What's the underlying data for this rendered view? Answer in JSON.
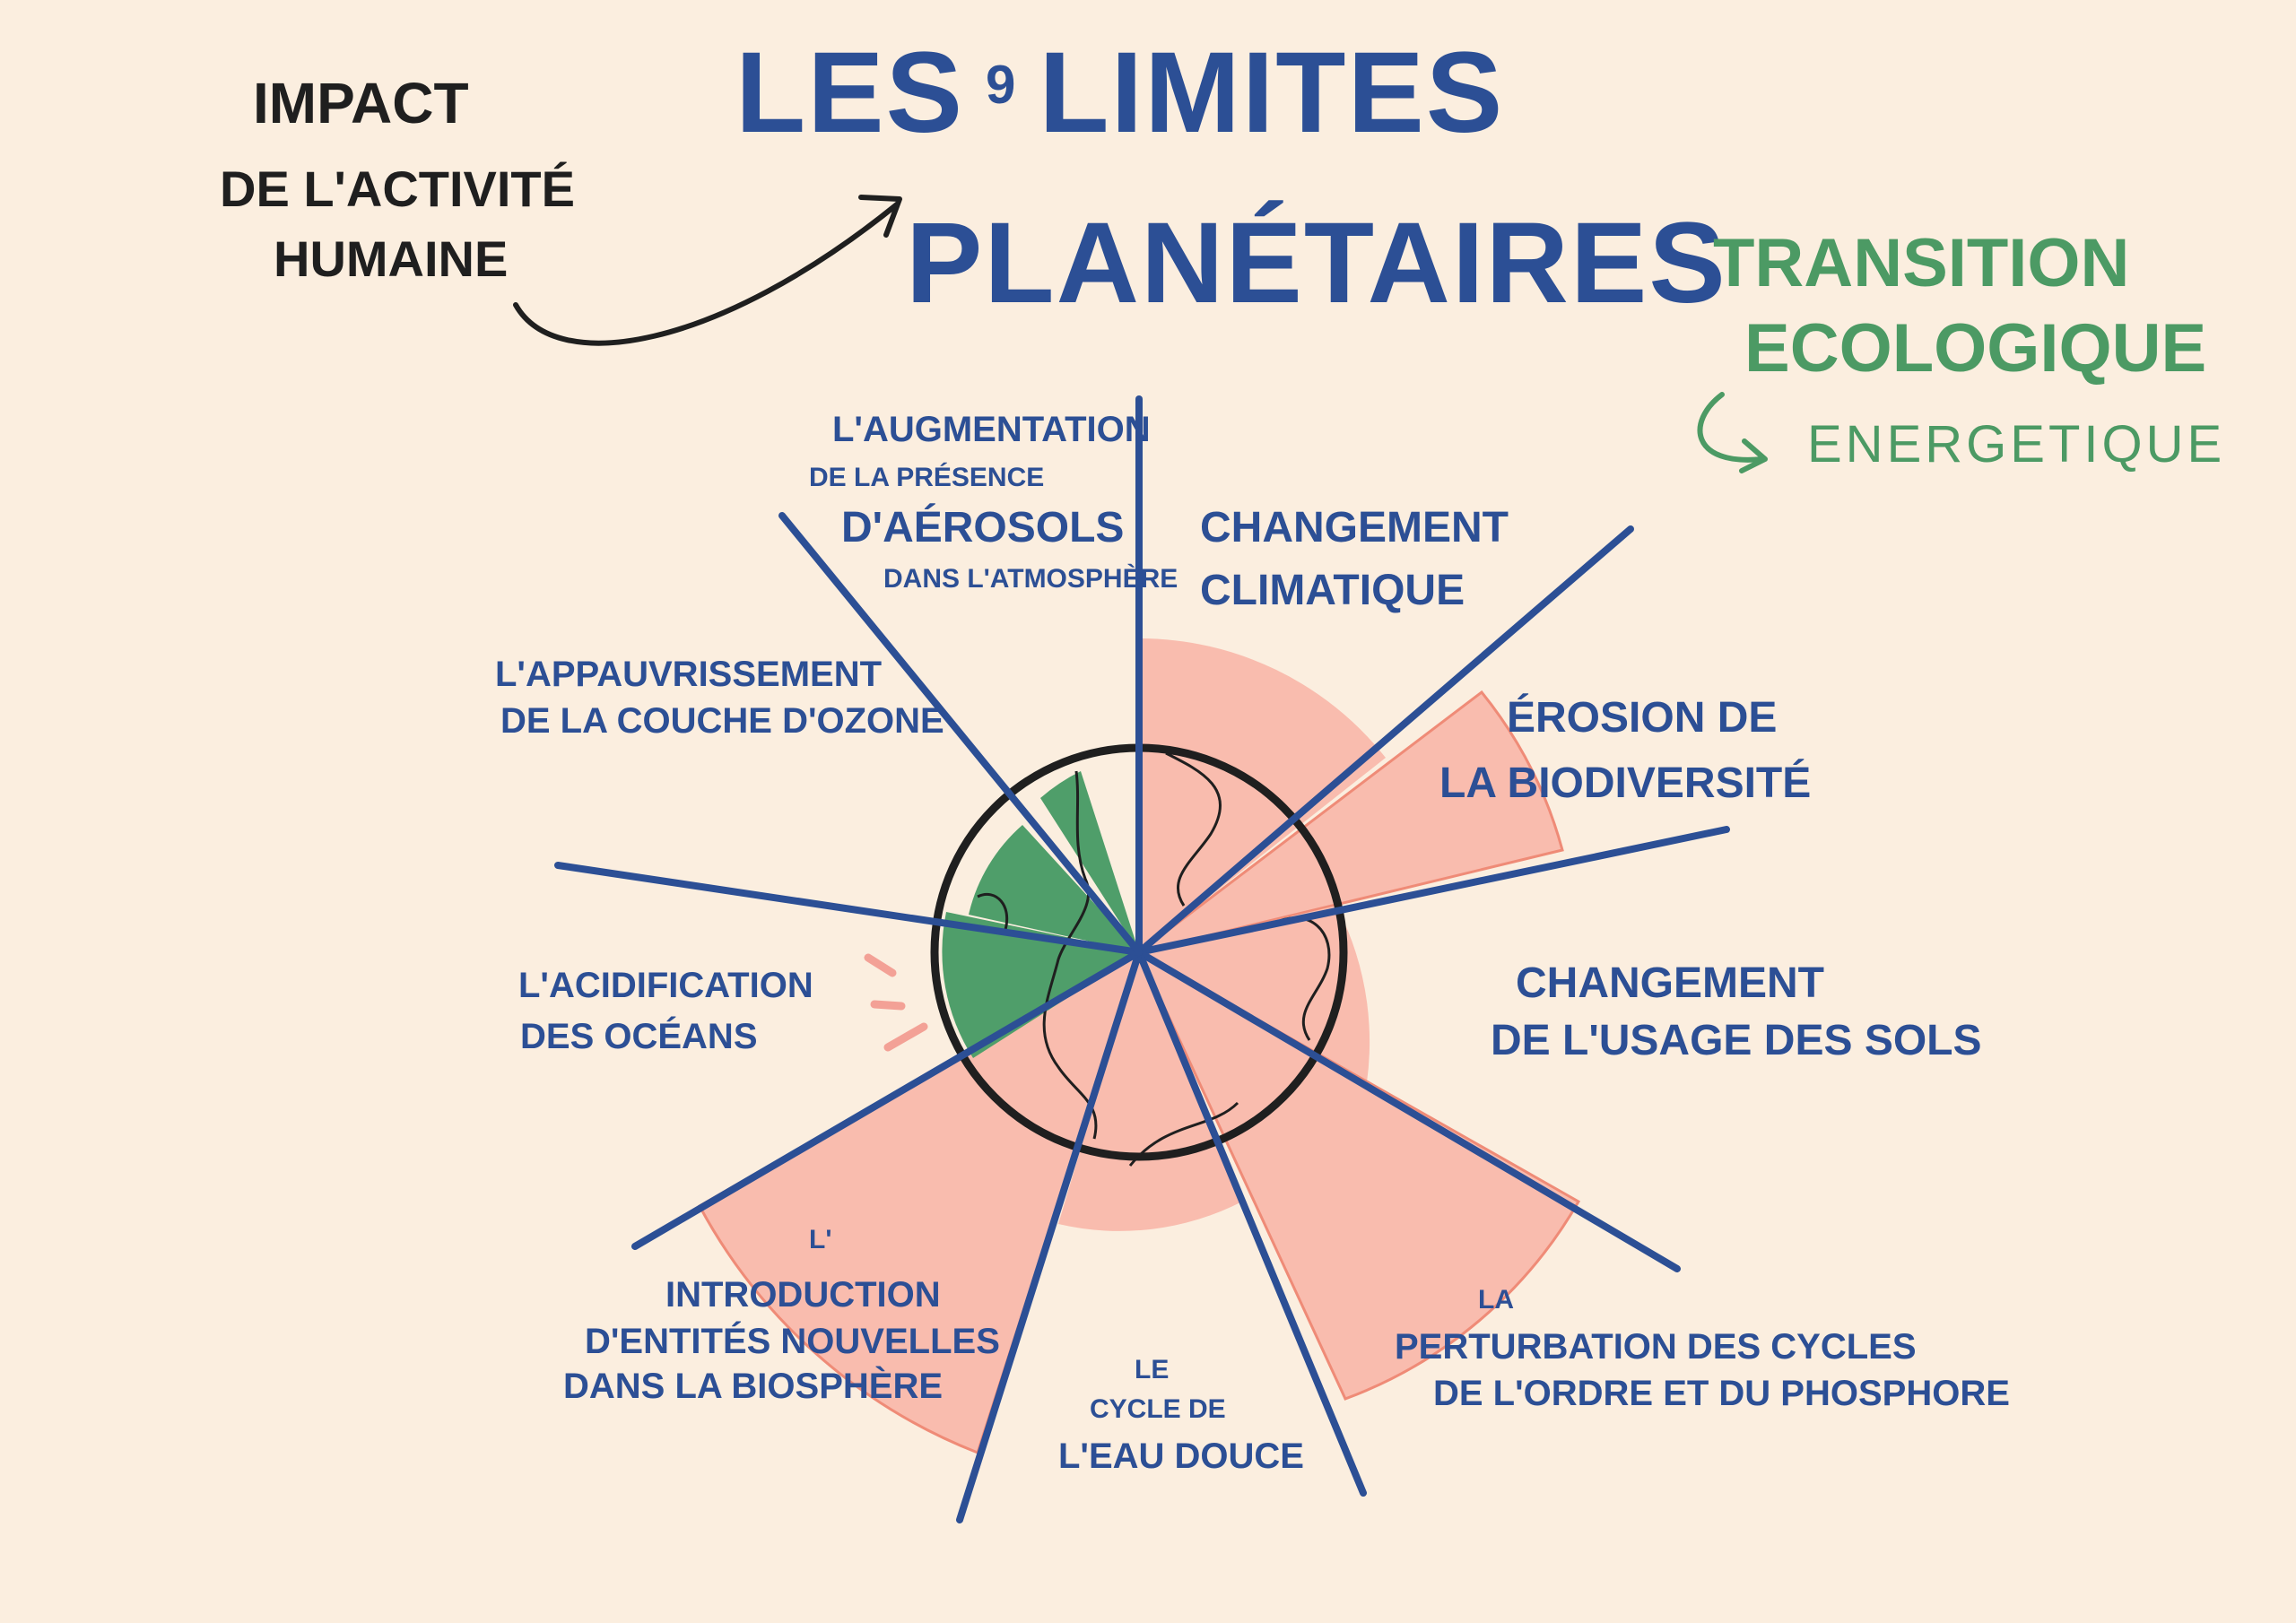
{
  "title": {
    "line1_a": "LES",
    "number": "9",
    "line1_b": "LIMITES",
    "line2": "PLANÉTAIRES"
  },
  "impact": {
    "line1": "IMPACT",
    "line2": "DE L'ACTIVITÉ",
    "line3": "HUMAINE"
  },
  "transition": {
    "line1": "TRANSITION",
    "line2": "ECOLOGIQUE",
    "line3": "ENERGETIQUE"
  },
  "colors": {
    "blue": "#2c4f95",
    "green": "#4c9a64",
    "pink": "#f9bcae",
    "background": "#fbeedf"
  },
  "limits": {
    "climat": {
      "line1": "CHANGEMENT",
      "line2": "CLIMATIQUE"
    },
    "biodiversite": {
      "line1": "ÉROSION DE",
      "line2": "LA BIODIVERSITÉ"
    },
    "sols": {
      "line1": "CHANGEMENT",
      "line2": "DE L'USAGE DES SOLS"
    },
    "cycles": {
      "line1": "LA",
      "line2": "PERTURBATION DES CYCLES",
      "line3": "DE L'ORDRE ET DU PHOSPHORE"
    },
    "eau": {
      "line1": "LE",
      "line2": "CYCLE DE",
      "line3": "L'EAU DOUCE"
    },
    "entites": {
      "line1": "L'",
      "line2": "INTRODUCTION",
      "line3": "D'ENTITÉS NOUVELLES",
      "line4": "DANS LA BIOSPHÈRE"
    },
    "oceans": {
      "line1": "L'ACIDIFICATION",
      "line2": "DES OCÉANS"
    },
    "ozone": {
      "line1": "L'APPAUVRISSEMENT",
      "line2": "DE LA COUCHE D'OZONE"
    },
    "aerosols": {
      "line1": "L'AUGMENTATION",
      "line2": "DE LA PRÉSENCE",
      "line3": "D'AÉROSOLS",
      "line4": "DANS L'ATMOSPHÈRE"
    }
  }
}
